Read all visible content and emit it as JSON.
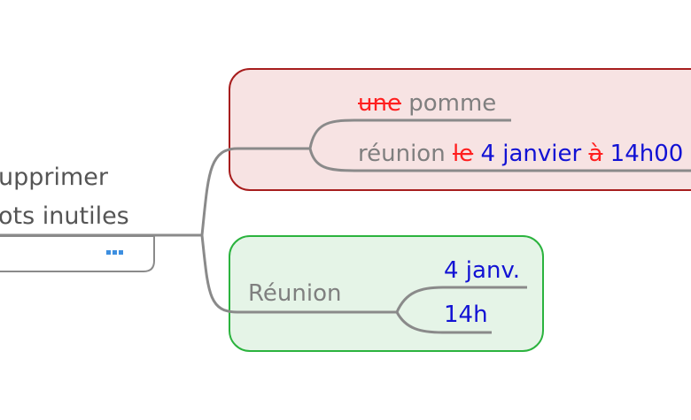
{
  "colors": {
    "line": "#8a8a8a",
    "root_border": "#8a8a8a",
    "red_box_fill": "#f7e3e3",
    "red_box_border": "#a71d1d",
    "green_box_fill": "#e5f4e7",
    "green_box_border": "#2bb33e",
    "deleted_word": "#ff1f1f",
    "kept_value": "#1212d4",
    "plain_text": "#7f7f7f"
  },
  "root": {
    "line1": "upprimer",
    "line2": "ots inutiles",
    "more_icon": "ellipsis-icon"
  },
  "red_group": {
    "item1": {
      "deleted": "une",
      "kept": "pomme"
    },
    "item2": {
      "word1": "réunion",
      "deleted1": "le",
      "value1": "4 janvier",
      "deleted2": "à",
      "value2": "14h00"
    }
  },
  "green_group": {
    "label": "Réunion",
    "child1": "4 janv.",
    "child2": "14h"
  }
}
